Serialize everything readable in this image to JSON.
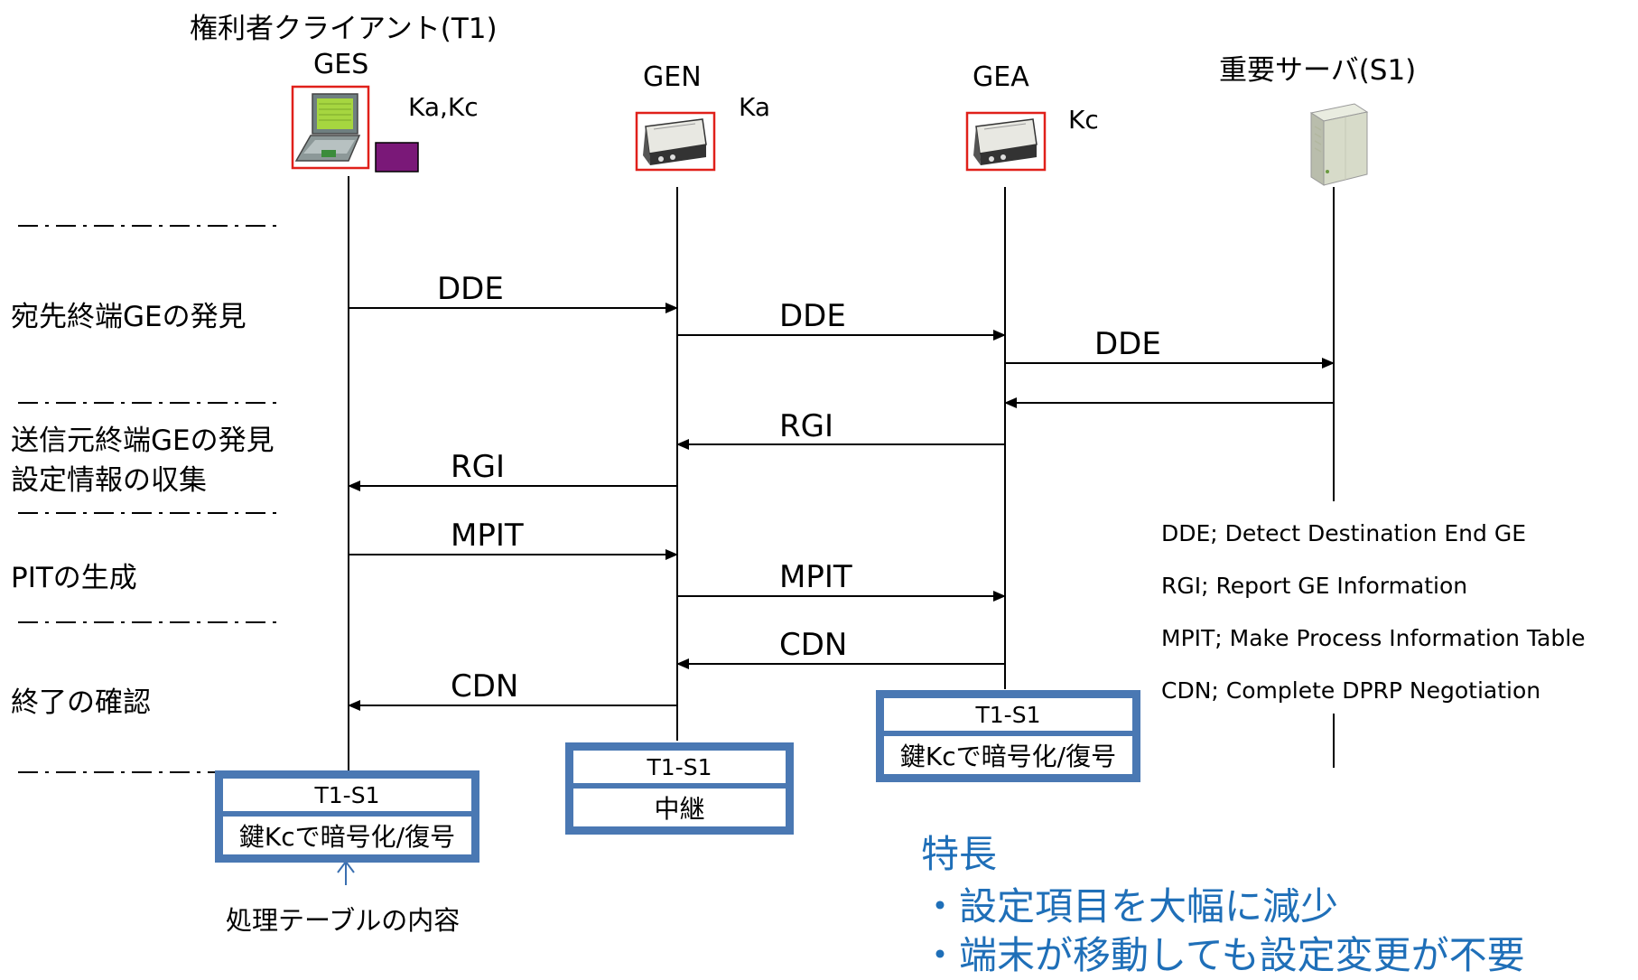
{
  "title_client": "権利者クライアント(T1)",
  "title_server": "重要サーバ(S1)",
  "nodes": {
    "ges": "GES",
    "gen": "GEN",
    "gea": "GEA"
  },
  "keys": {
    "ges": "Ka,Kc",
    "gen": "Ka",
    "gea": "Kc"
  },
  "phases": {
    "discover_dest": "宛先終端GEの発見",
    "discover_src_1": "送信元終端GEの発見",
    "discover_src_2": "設定情報の収集",
    "pit": "PITの生成",
    "confirm": "終了の確認"
  },
  "messages": {
    "dde1": "DDE",
    "dde2": "DDE",
    "dde3": "DDE",
    "rgi1": "RGI",
    "rgi2": "RGI",
    "mpit1": "MPIT",
    "mpit2": "MPIT",
    "cdn1": "CDN",
    "cdn2": "CDN"
  },
  "legend": {
    "dde": "DDE; Detect Destination End GE",
    "rgi": "RGI; Report GE Information",
    "mpit": "MPIT; Make Process Information Table",
    "cdn": "CDN; Complete DPRP Negotiation"
  },
  "tables": {
    "ges": {
      "id": "T1-S1",
      "action": "鍵Kcで暗号化/復号"
    },
    "gen": {
      "id": "T1-S1",
      "action": "中継"
    },
    "gea": {
      "id": "T1-S1",
      "action": "鍵Kcで暗号化/復号"
    }
  },
  "table_note": "処理テーブルの内容",
  "features": {
    "heading": "特長",
    "item1": "・設定項目を大幅に減少",
    "item2": "・端末が移動しても設定変更が不要"
  },
  "colors": {
    "accent_blue": "#1f6fb8",
    "table_border": "#4a78b3",
    "frame_red": "#e0201a",
    "chip_purple": "#7a1878"
  }
}
